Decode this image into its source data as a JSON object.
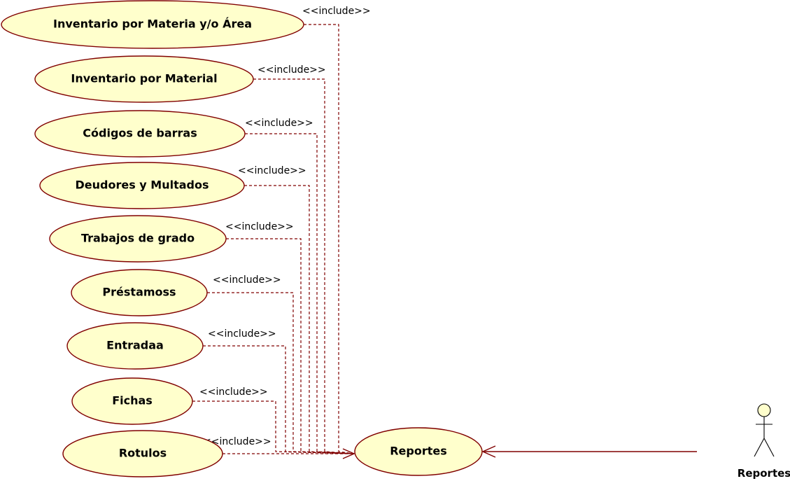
{
  "diagram": {
    "use_cases": [
      {
        "id": "uc-inventario-materia-area",
        "label": "Inventario por Materia y/o Área"
      },
      {
        "id": "uc-inventario-material",
        "label": "Inventario por Material"
      },
      {
        "id": "uc-codigos-barras",
        "label": "Códigos de barras"
      },
      {
        "id": "uc-deudores-multados",
        "label": "Deudores y Multados"
      },
      {
        "id": "uc-trabajos-grado",
        "label": "Trabajos de grado"
      },
      {
        "id": "uc-prestamoss",
        "label": "Préstamoss"
      },
      {
        "id": "uc-entradaa",
        "label": "Entradaa"
      },
      {
        "id": "uc-fichas",
        "label": "Fichas"
      },
      {
        "id": "uc-rotulos",
        "label": "Rotulos"
      }
    ],
    "target_use_case": {
      "id": "uc-reportes",
      "label": "Reportes"
    },
    "stereotype": "<<include>>",
    "actor": {
      "label": "Reportes"
    },
    "colors": {
      "use_case_fill": "#ffffcc",
      "line": "#800000"
    }
  }
}
